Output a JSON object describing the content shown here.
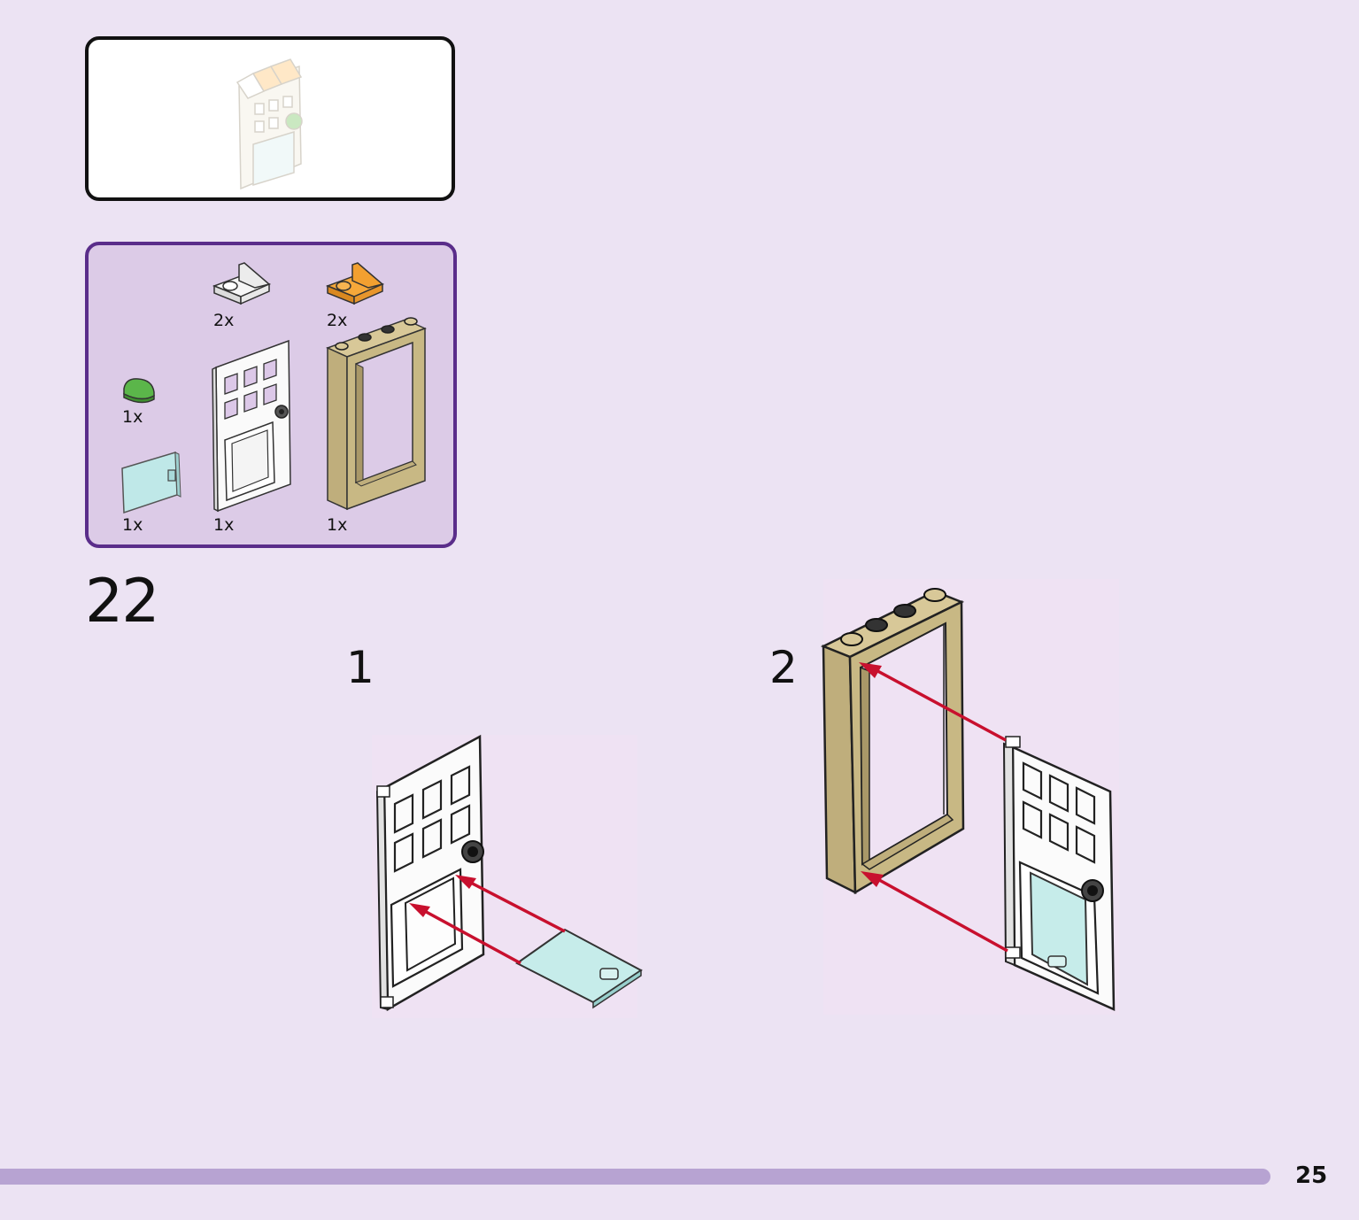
{
  "step": {
    "number": "22"
  },
  "substeps": [
    {
      "label": "1"
    },
    {
      "label": "2"
    }
  ],
  "parts": [
    {
      "id": "white-clip-plate",
      "qty": "2x",
      "color": "#f4f4f4"
    },
    {
      "id": "orange-clip-plate",
      "qty": "2x",
      "color": "#f6a83a"
    },
    {
      "id": "green-round-tile",
      "qty": "1x",
      "color": "#5bb64a"
    },
    {
      "id": "white-door",
      "qty": "1x",
      "color": "#f8f8f8"
    },
    {
      "id": "tan-door-frame",
      "qty": "1x",
      "color": "#c8b884"
    },
    {
      "id": "transparent-glass-pane",
      "qty": "1x",
      "color": "#bfe8e8"
    }
  ],
  "colors": {
    "page_background": "#ece3f3",
    "parts_box_background": "#dccbe7",
    "parts_box_border": "#5a2d8a",
    "arrow": "#c8102e",
    "progress_bar": "#b7a3d2"
  },
  "progress": {
    "fraction": 0.935
  },
  "footer": {
    "page_number": "25"
  }
}
